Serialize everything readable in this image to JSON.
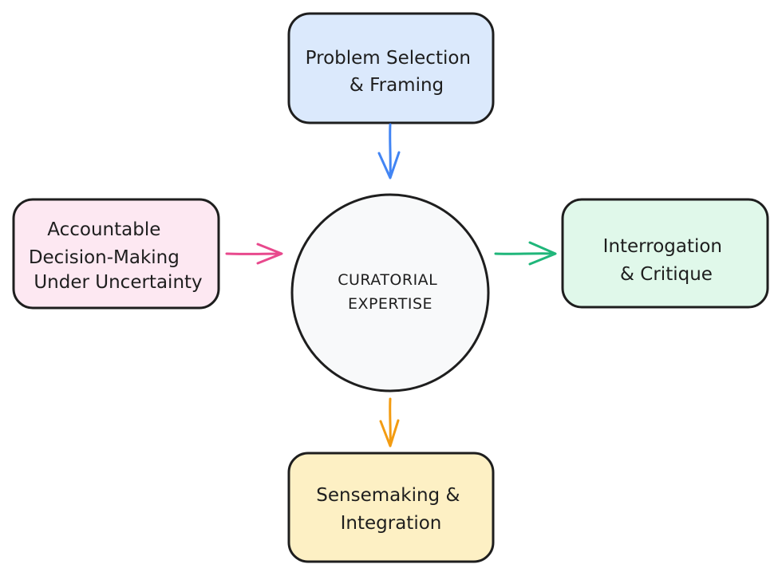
{
  "center": {
    "lines": [
      "CURATORIAL",
      "EXPERTISE"
    ],
    "fill": "#f8f9fa"
  },
  "nodes": {
    "top": {
      "lines": [
        "Problem Selection",
        "& Framing"
      ],
      "fill": "#dbe9fc"
    },
    "left": {
      "lines": [
        "Accountable",
        "Decision-Making",
        "Under Uncertainty"
      ],
      "fill": "#fde8f2"
    },
    "right": {
      "lines": [
        "Interrogation",
        "& Critique"
      ],
      "fill": "#e0f8ea"
    },
    "bottom": {
      "lines": [
        "Sensemaking &",
        "Integration"
      ],
      "fill": "#fdf0c4"
    }
  },
  "arrows": {
    "top_to_center": {
      "color": "#4285f4",
      "icon": "arrow-down-icon"
    },
    "left_to_center": {
      "color": "#e8498d",
      "icon": "arrow-right-icon"
    },
    "center_to_right": {
      "color": "#1fb67a",
      "icon": "arrow-right-icon"
    },
    "center_to_bottom": {
      "color": "#f39c12",
      "icon": "arrow-down-icon"
    }
  }
}
